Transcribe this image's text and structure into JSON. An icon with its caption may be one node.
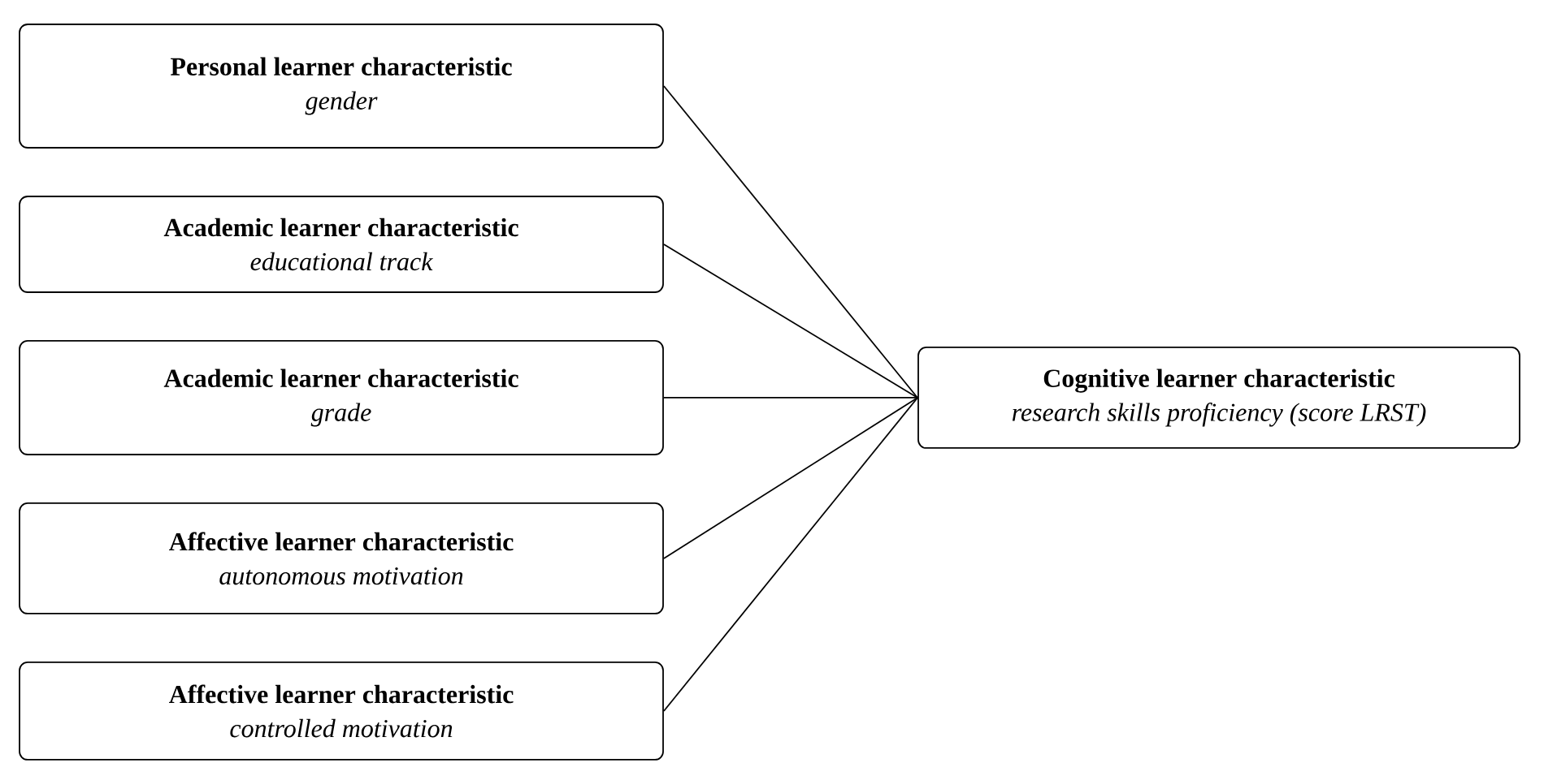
{
  "diagram": {
    "nodes": [
      {
        "text": [
          "Personal learner characteristic",
          "gender"
        ]
      },
      {
        "text": [
          "Academic learner characteristic",
          "educational track"
        ]
      },
      {
        "text": [
          "Academic learner characteristic",
          "grade"
        ]
      },
      {
        "text": [
          "Affective learner characteristic",
          "autonomous motivation"
        ]
      },
      {
        "text": [
          "Affective learner characteristic",
          "controlled motivation"
        ]
      },
      {
        "text": [
          "Cognitive learner characteristic",
          "research skills proficiency (score LRST)"
        ]
      }
    ],
    "edges": [
      {
        "from": 0,
        "to": 5,
        "arrow": "none"
      },
      {
        "from": 1,
        "to": 5,
        "arrow": "none"
      },
      {
        "from": 2,
        "to": 5,
        "arrow": "none"
      },
      {
        "from": 3,
        "to": 5,
        "arrow": "none"
      },
      {
        "from": 4,
        "to": 5,
        "arrow": "none"
      }
    ]
  }
}
